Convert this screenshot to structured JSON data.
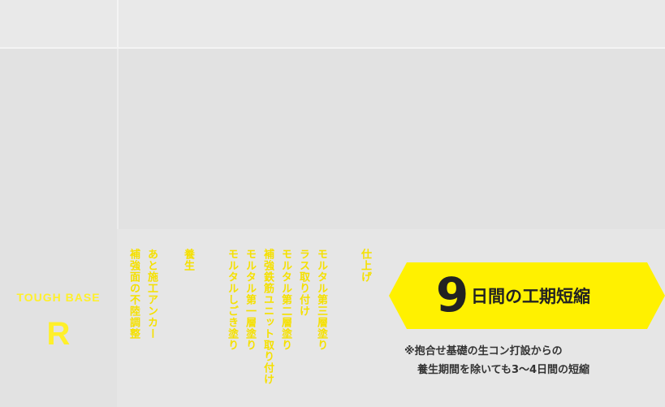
{
  "comparison": {
    "product_name": "TOUGH BASE",
    "product_mark": "R",
    "process_steps": [
      {
        "id": "anchor-adjust",
        "lines": [
          "あと施工アンカー",
          "補強面の不陸調整"
        ]
      },
      {
        "id": "curing",
        "lines": [
          "養生"
        ]
      },
      {
        "id": "mortar-rebar",
        "lines": [
          "モルタル第三層塗り",
          "ラス取り付け",
          "モルタル第二層塗り",
          "補強鉄筋ユニット取り付け",
          "モルタル第一層塗り",
          "モルタルしごき塗り"
        ]
      },
      {
        "id": "finishing",
        "lines": [
          "仕上げ"
        ]
      }
    ],
    "banner": {
      "days": "9",
      "text": "日間の工期短縮"
    },
    "notes": [
      "※抱合せ基礎の生コン打設からの",
      "養生期間を除いても3〜4日間の短縮"
    ],
    "colors": {
      "accent_yellow": "#fff100",
      "label_yellow": "#f5e000",
      "dark_text": "#222222"
    }
  }
}
